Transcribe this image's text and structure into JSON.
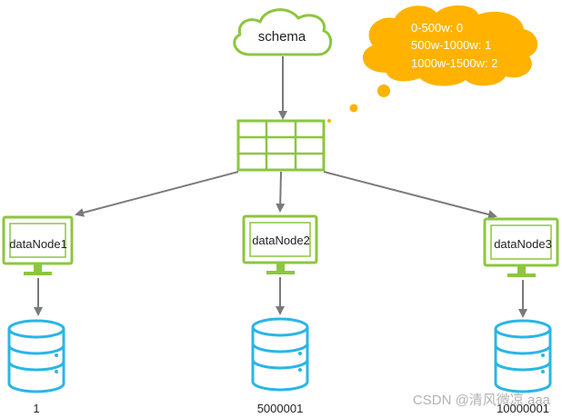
{
  "schema": {
    "label": "schema"
  },
  "mapping_rules": [
    "0-500w: 0",
    "500w-1000w: 1",
    "1000w-1500w: 2"
  ],
  "data_nodes": [
    {
      "label": "dataNode1",
      "db_label": "1"
    },
    {
      "label": "dataNode2",
      "db_label": "5000001"
    },
    {
      "label": "dataNode3",
      "db_label": "10000001"
    }
  ],
  "watermark": "CSDN @清风微凉 aaa",
  "colors": {
    "green": "#8cc63f",
    "cyan": "#29b6e6",
    "thought_bubble": "#ffb300",
    "arrow": "#7a7a7a"
  },
  "icons": [
    "cloud-icon",
    "routing-table-icon",
    "monitor-icon",
    "database-icon",
    "thought-bubble-icon"
  ]
}
